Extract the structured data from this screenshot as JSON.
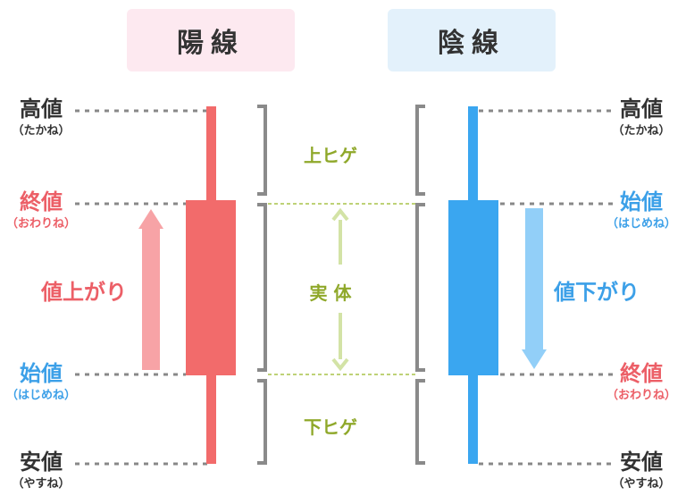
{
  "headers": {
    "bullish": "陽線",
    "bearish": "陰線"
  },
  "left_labels": {
    "high": {
      "main": "高値",
      "reading": "（たかね）"
    },
    "close": {
      "main": "終値",
      "reading": "（おわりね）"
    },
    "open": {
      "main": "始値",
      "reading": "（はじめね）"
    },
    "low": {
      "main": "安値",
      "reading": "（やすね）"
    }
  },
  "right_labels": {
    "high": {
      "main": "高値",
      "reading": "（たかね）"
    },
    "open": {
      "main": "始値",
      "reading": "（はじめね）"
    },
    "close": {
      "main": "終値",
      "reading": "（おわりね）"
    },
    "low": {
      "main": "安値",
      "reading": "（やすね）"
    }
  },
  "center_labels": {
    "upper_shadow": "上ヒゲ",
    "body": "実 体",
    "lower_shadow": "下ヒゲ"
  },
  "direction_labels": {
    "rise": "値上がり",
    "fall": "値下がり"
  },
  "colors": {
    "bullish": "#f26b6b",
    "bullish_arrow": "#f7a3a6",
    "bullish_header_bg": "#fde9f0",
    "bearish": "#3aa6f0",
    "bearish_arrow": "#92cff8",
    "bearish_header_bg": "#e3f1fb",
    "center_text": "#8fa82a",
    "center_arrow": "#d3e3a6",
    "bracket": "#8a8a8a"
  }
}
